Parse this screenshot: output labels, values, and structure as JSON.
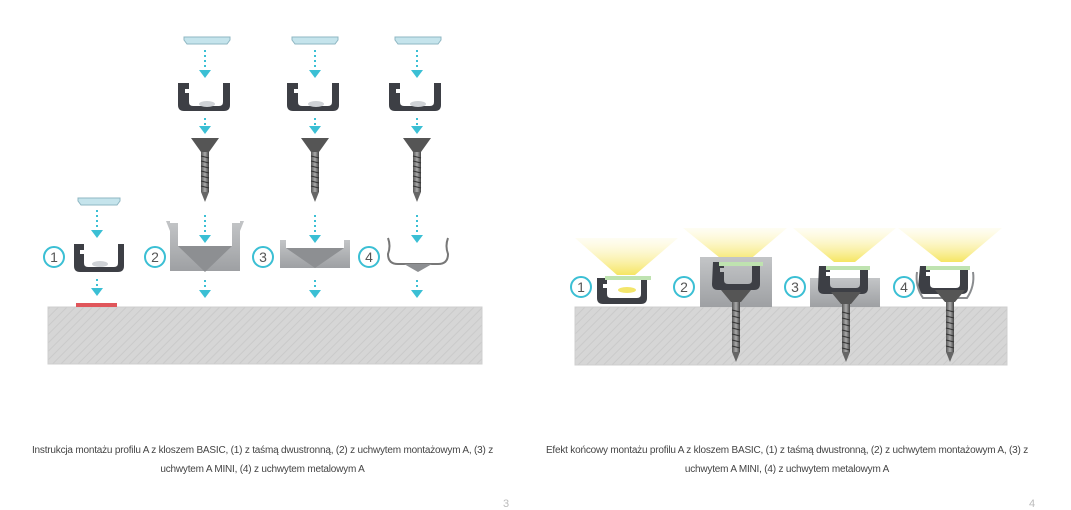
{
  "left": {
    "caption": "Instrukcja montażu profilu A z kloszem BASIC, (1) z taśmą dwustronną, (2) z uchwytem montażowym A, (3) z uchwytem A MINI, (4) z uchwytem metalowym A",
    "step_labels": [
      "1",
      "2",
      "3",
      "4"
    ],
    "page_number": "3"
  },
  "right": {
    "caption": "Efekt końcowy montażu profilu A z kloszem BASIC, (1) z taśmą dwustronną, (2) z uchwytem montażowym A, (3) z uchwytem A MINI, (4) z uchwytem metalowym A",
    "step_labels": [
      "1",
      "2",
      "3",
      "4"
    ],
    "page_number": "4"
  },
  "colors": {
    "arrow": "#3bbfd4",
    "profile": "#3d3f45",
    "surface": "#d9d9d9",
    "holder": "#b5b7b9",
    "tape": "#e0565b",
    "diffuser": "#b9dde6",
    "light": "#f6e77a"
  }
}
